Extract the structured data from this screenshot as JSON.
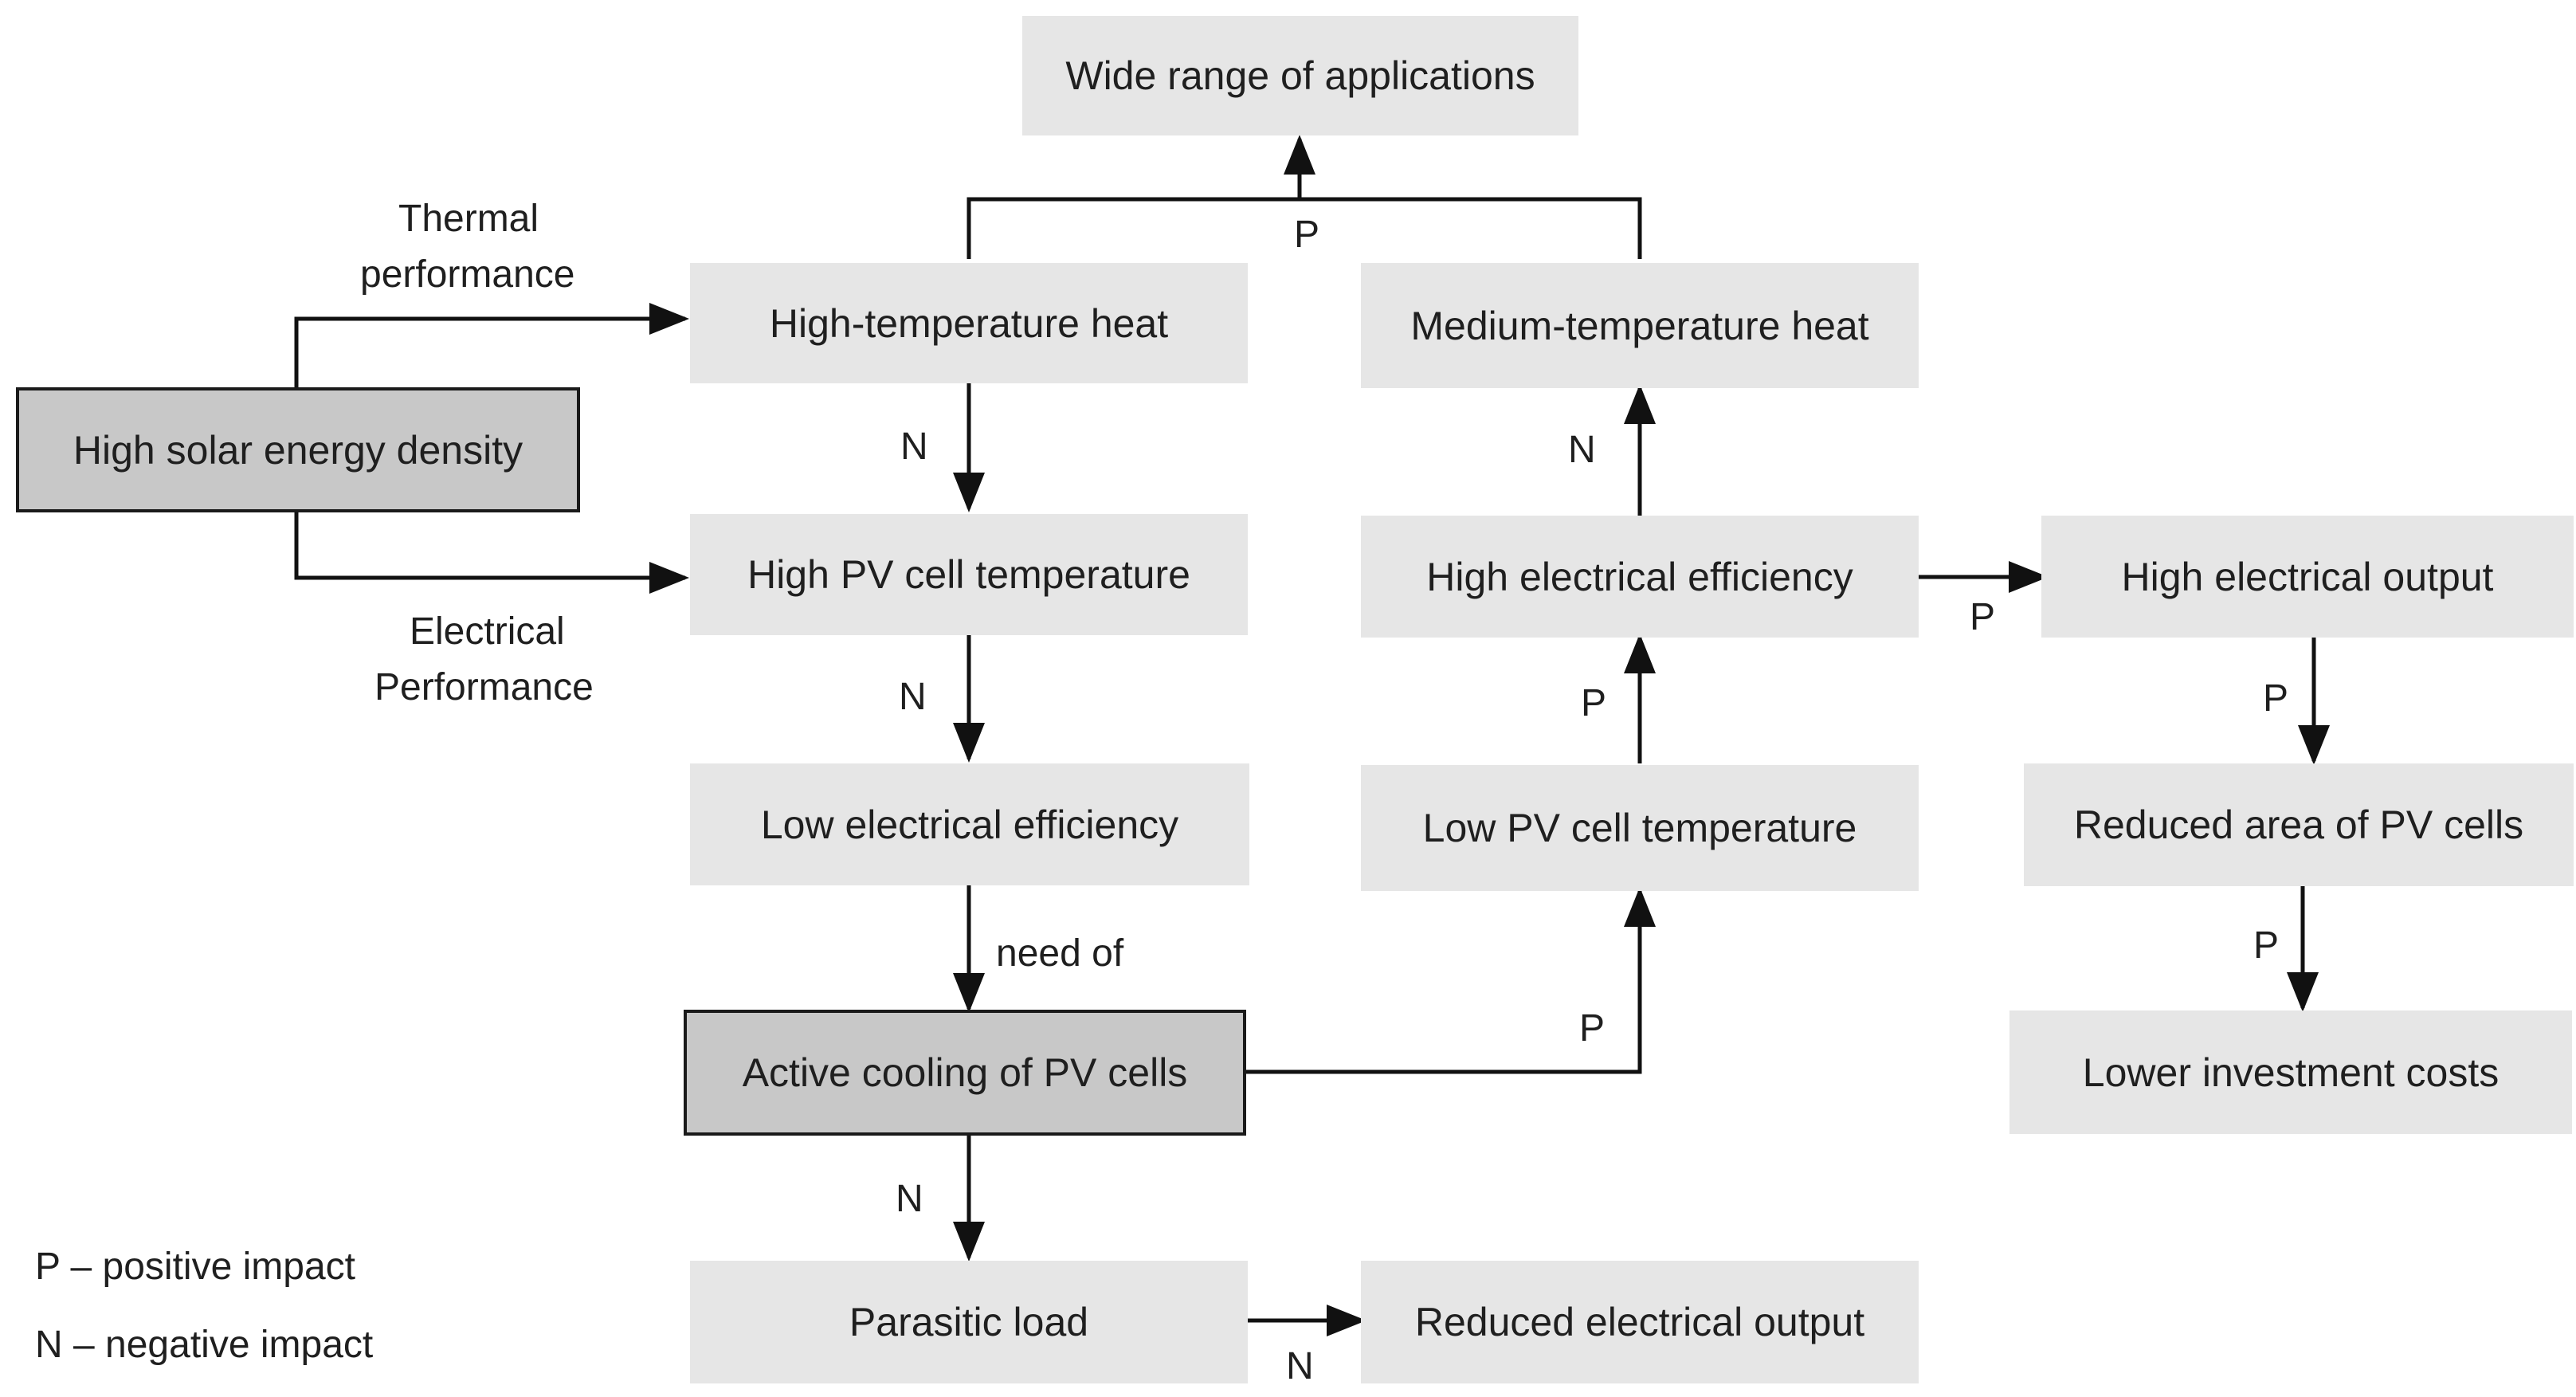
{
  "diagram": {
    "boxes": {
      "wide_range": "Wide range of applications",
      "high_temp_heat": "High-temperature heat",
      "medium_temp_heat": "Medium-temperature heat",
      "high_solar": "High solar energy density",
      "high_pv_temp": "High PV cell temperature",
      "high_elec_eff": "High electrical efficiency",
      "high_elec_out": "High electrical output",
      "low_elec_eff": "Low electrical efficiency",
      "low_pv_temp": "Low PV cell temperature",
      "reduced_area": "Reduced area of PV cells",
      "active_cooling": "Active cooling of PV cells",
      "lower_costs": "Lower investment costs",
      "parasitic": "Parasitic load",
      "reduced_out": "Reduced electrical output"
    },
    "labels": {
      "thermal_1": "Thermal",
      "thermal_2": "performance",
      "electrical_1": "Electrical",
      "electrical_2": "Performance",
      "p_apps": "P",
      "n_heat_pv": "N",
      "n_pv_low": "N",
      "need_of": "need of",
      "n_cool_parasitic": "N",
      "n_parasitic_reduced": "N",
      "n_eff_medium": "N",
      "p_lowtemp_eff": "P",
      "p_cool_lowtemp": "P",
      "p_eff_output": "P",
      "p_output_area": "P",
      "p_area_costs": "P"
    },
    "legend": {
      "p": "P – positive impact",
      "n": "N – negative impact"
    }
  }
}
